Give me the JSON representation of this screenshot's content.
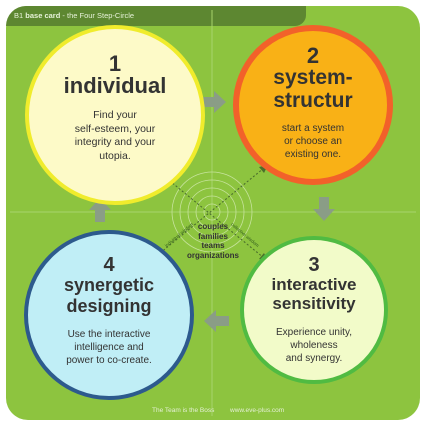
{
  "header": {
    "code": "B1",
    "kind": "base card",
    "subtitle": "- the Four Step-Circle"
  },
  "steps": [
    {
      "number": "1",
      "title_line1": "individual",
      "title_line2": "",
      "desc": [
        "Find your",
        "self-esteem, your",
        "integrity and your",
        "utopia."
      ]
    },
    {
      "number": "2",
      "title_line1": "system-",
      "title_line2": "structur",
      "desc": [
        "start a system",
        "or choose an",
        "existing one."
      ]
    },
    {
      "number": "3",
      "title_line1": "interactive",
      "title_line2": "sensitivity",
      "desc": [
        "Experience unity,",
        "wholeness",
        "and synergy."
      ]
    },
    {
      "number": "4",
      "title_line1": "synergetic",
      "title_line2": "designing",
      "desc": [
        "Use the interactive",
        "intelligence and",
        "power to co-create."
      ]
    }
  ],
  "center": {
    "groups": [
      "couples",
      "families",
      "teams",
      "organizations"
    ],
    "label_left": "individual wisdom",
    "label_right": "collective wisdom"
  },
  "footer": {
    "left": "The Team is the Boss",
    "right": "www.eve-plus.com"
  },
  "colors": {
    "board": "#8dc43f",
    "step1_fill": "#fdfac8",
    "step1_ring": "#f0ec2c",
    "step2_fill": "#f9b116",
    "step2_ring": "#f2612a",
    "step3_fill": "#f2fbc9",
    "step3_ring": "#50bb42",
    "step4_fill": "#c0eef6",
    "step4_ring": "#2d5a8d"
  }
}
